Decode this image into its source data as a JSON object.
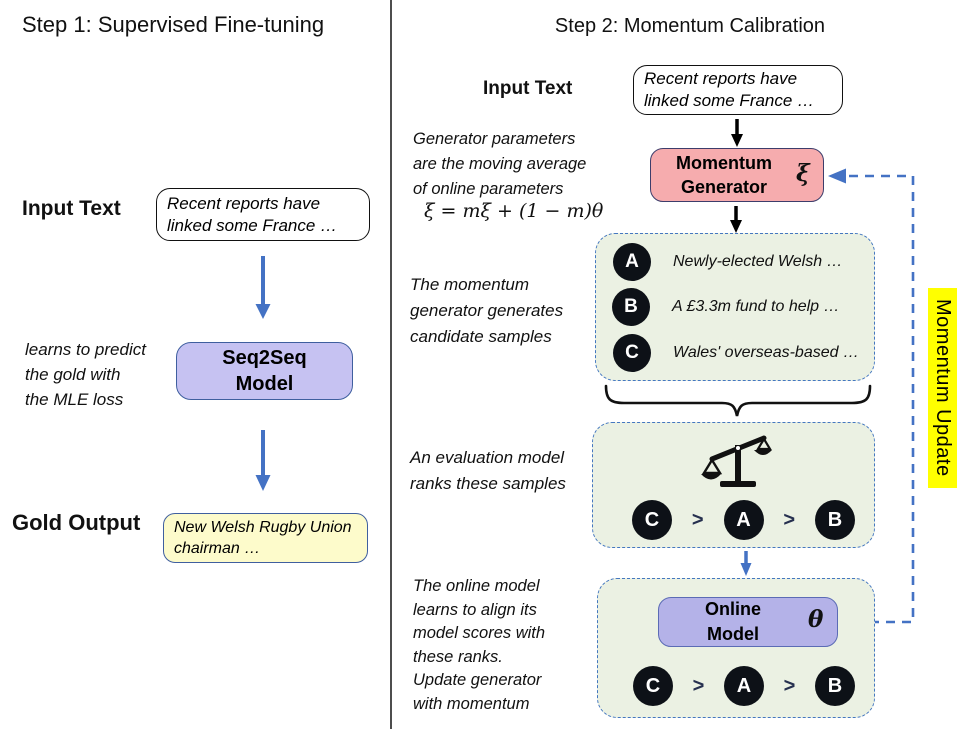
{
  "step1": {
    "title": "Step 1:  Supervised Fine-tuning",
    "input_label": "Input Text",
    "input_text": "Recent reports have\nlinked some France …",
    "annotation_mle": "learns to predict\nthe gold with\nthe MLE loss",
    "model_label": "Seq2Seq\nModel",
    "gold_label": "Gold Output",
    "gold_text": "New Welsh Rugby Union\nchairman …"
  },
  "step2": {
    "title": "Step 2:  Momentum Calibration",
    "input_label": "Input Text",
    "input_text": "Recent reports have\nlinked some France …",
    "annotation_generator": "Generator parameters\nare the moving average\nof online parameters",
    "formula": "ξ = mξ + (1 − m)θ",
    "generator_label": "Momentum\nGenerator",
    "xi_symbol": "ξ",
    "candidates": [
      {
        "id": "A",
        "text": "Newly-elected Welsh …"
      },
      {
        "id": "B",
        "text": "A £3.3m fund to help …"
      },
      {
        "id": "C",
        "text": "Wales' overseas-based …"
      }
    ],
    "annotation_candidates": "The momentum\ngenerator generates\ncandidate samples",
    "annotation_eval": "An evaluation model\nranks these samples",
    "rank": [
      "C",
      "A",
      "B"
    ],
    "gt": ">",
    "annotation_online": "The online model\nlearns to align its\nmodel scores with\nthese ranks.\nUpdate generator\nwith momentum",
    "online_label": "Online\nModel",
    "theta_symbol": "θ",
    "momentum_update": "Momentum Update"
  },
  "colors": {
    "accent_blue": "#4472C4",
    "pink_fill": "#F6ACAE",
    "lavender_fill": "#C6C2F2",
    "purple_fill": "#B4B2E8",
    "green_fill": "#EBF1E3",
    "gold_fill": "#FDFBCB",
    "highlight_yellow": "#FFFF00",
    "circle_fill": "#0D1117"
  }
}
